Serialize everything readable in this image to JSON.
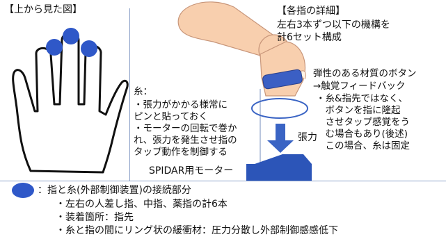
{
  "top_view": {
    "title": "【上から見た図】"
  },
  "detail": {
    "title": "【各指の詳細】",
    "desc_line1": "左右3本ずつ以下の機構を",
    "desc_line2": "計6セット構成"
  },
  "thread_note": {
    "heading": "糸：",
    "body": "・張力がかかる様常に\nピンと貼っておく\n・モーターの回転で巻か\nれ、張力を発生させ指の\nタップ動作を制御する"
  },
  "button_note": {
    "line1": "弾性のある材質のボタン",
    "line2": "→触覚フィードバック",
    "body": "・糸&指先ではなく、\n　ボタンを指に隆起\n　させタップ感覚をう\n　む場合もあり(後述)\n　この場合、糸は固定"
  },
  "tension_label": "張力",
  "motor_label": "SPIDAR用モーター",
  "legend": {
    "main": "：指と糸(外部制御装置)の接続部分",
    "items": [
      "・左右の人差し指、中指、薬指の計6本",
      "・装着箇所：指先",
      "・糸と指の間にリング状の緩衝材：圧力分散し外部制御感感低下"
    ]
  },
  "colors": {
    "dot_blue": "#2f58c8",
    "skin": "#f8cfae",
    "skin_edge": "#c8967a",
    "wrist_band": "#3b5fc4",
    "arrow_blue": "#3a64c4",
    "motor_blue": "#2c55b8",
    "divider": "#8aa0c8"
  }
}
